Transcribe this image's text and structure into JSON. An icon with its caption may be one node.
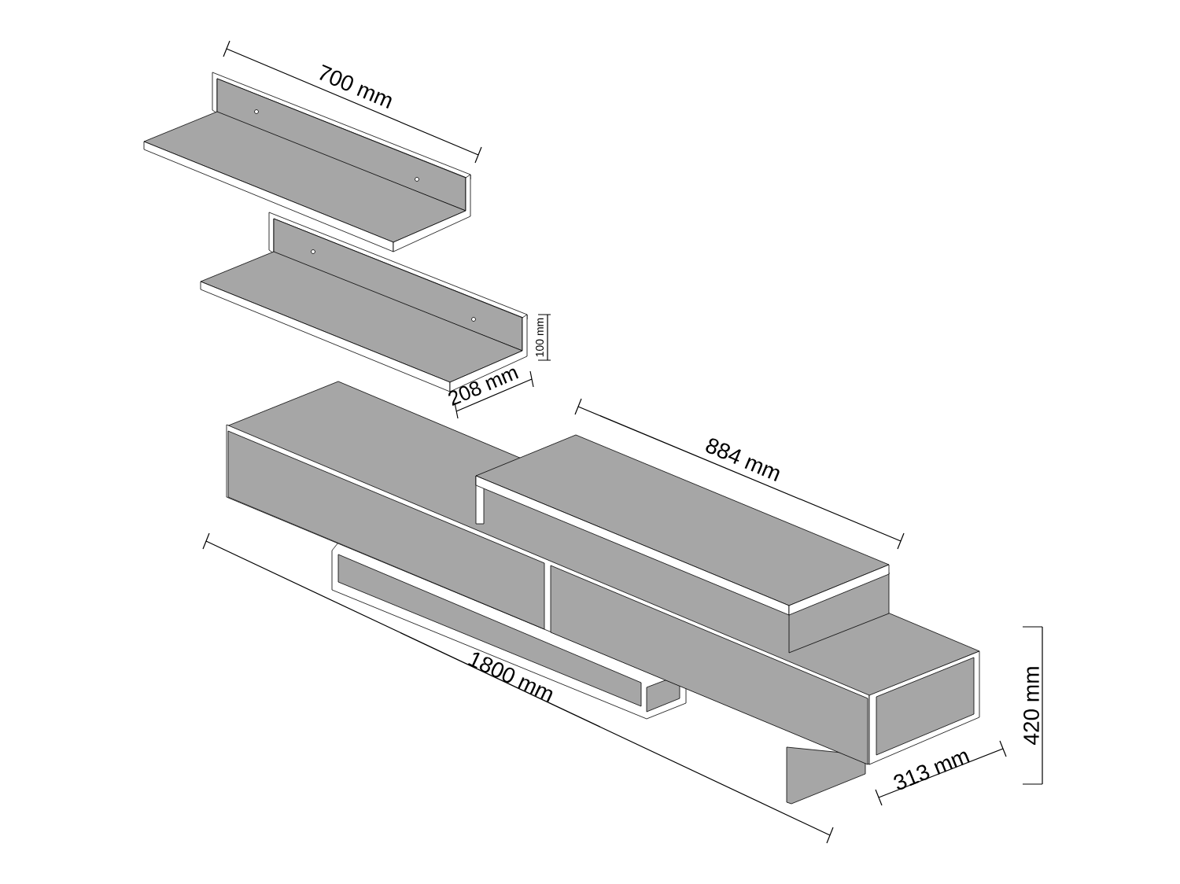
{
  "diagram": {
    "labels": [
      "700 mm",
      "100 mm",
      "208 mm",
      "884 mm",
      "1800 mm",
      "420 mm",
      "313 mm"
    ]
  }
}
